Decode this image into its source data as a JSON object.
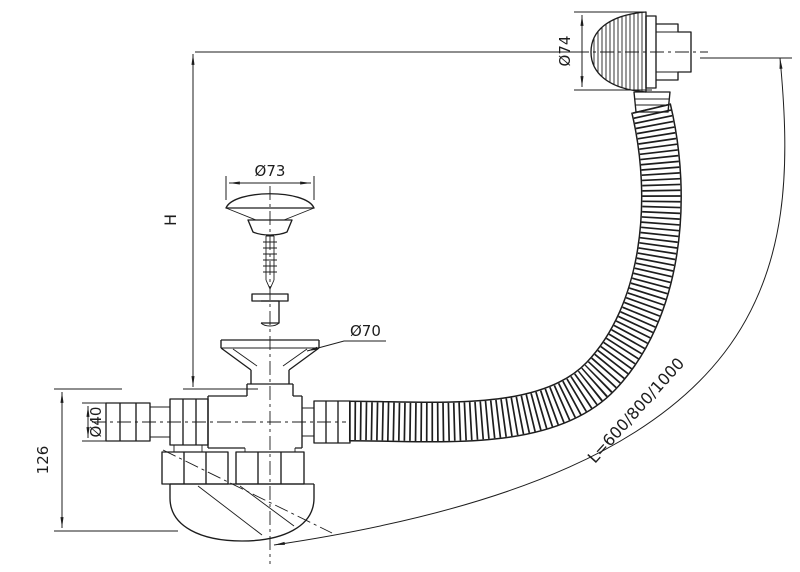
{
  "labels": {
    "h": "H",
    "height_126": "126",
    "dia74": "Ø74",
    "dia73": "Ø73",
    "dia70": "Ø70",
    "dia40": "Ø40",
    "hose_length": "L=600/800/1000"
  },
  "colors": {
    "line": "#1d1d1d",
    "background": "#ffffff"
  }
}
